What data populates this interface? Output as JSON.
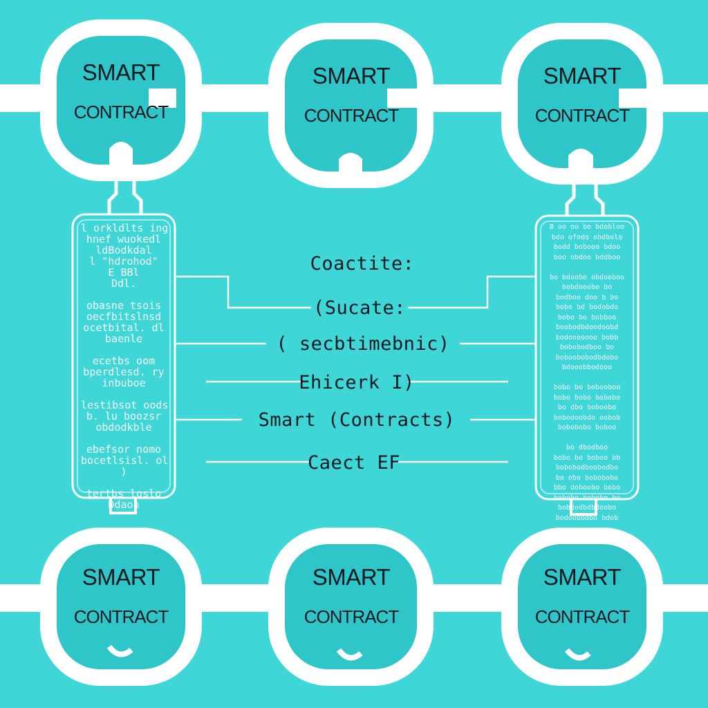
{
  "colors": {
    "background": "#3fd6d8",
    "link_fill": "#2fc6c9",
    "white": "#ffffff",
    "text": "#0b1a1f"
  },
  "chain_links": {
    "top": [
      {
        "line1": "SMART",
        "line2": "CONTRACT"
      },
      {
        "line1": "SMART",
        "line2": "CONTRACT"
      },
      {
        "line1": "SMART",
        "line2": "CONTRACT"
      }
    ],
    "bottom": [
      {
        "line1": "SMART",
        "line2": "CONTRACT"
      },
      {
        "line1": "SMART",
        "line2": "CONTRACT"
      },
      {
        "line1": "SMART",
        "line2": "CONTRACT"
      }
    ]
  },
  "center_text": [
    "Coactite:",
    "(Sucate:",
    "( secbtimebnic)",
    "Ehicerk I)",
    "Smart (Contracts)",
    "Caect EF"
  ],
  "left_scroll_lines": [
    "l orkldlts ing",
    "hnef wuokedl",
    "ldBodkdal",
    "l \"hdrohod\"",
    "E BBl",
    "Ddl.",
    "",
    "obasne tsois",
    "oecfbitslnsd",
    "ocetbital. dl",
    "baenle",
    "",
    "ecetbs oom",
    "bperdlesd. ry",
    "inbuboe",
    "",
    "lestibsot oods",
    "b. lu boozsr",
    "obdodkble",
    "",
    "ebefsor nomo",
    "bocetlsisl. ol",
    ")",
    "",
    "tertbs loslo",
    "Ddaoh"
  ],
  "right_scroll_lines": [
    "B oo oo bo bdobloo",
    "bdo ofodo obdbolo",
    "bodd bobooo bdoo",
    "boo obdoo bddboo",
    "",
    "bo bdoobo obdooboo",
    "bobdooobo bo",
    "bodboo doo b bo",
    "bobo bd bodobdo",
    "bobo bo bobboo",
    "boobodbdoodoobd",
    "bodooooooo bobb",
    "bobobodboo bo",
    "boboobobodbdobo",
    "bdooobbodooo",
    "",
    "bobo bo bobooboo",
    "bobo bobo bobobo",
    "bo dbo boboobo",
    "bobodoobdo oobob",
    "bobobobo boboo",
    "",
    "bo dbodboo",
    "bobo bo boboo bb",
    "bobobodboobodbo",
    "bo obo bobobobo",
    "bbo doboobo bobo",
    "bobobo bobobo bo",
    "bobdodbdbdoobo",
    "bodoobbdbo bdob"
  ]
}
